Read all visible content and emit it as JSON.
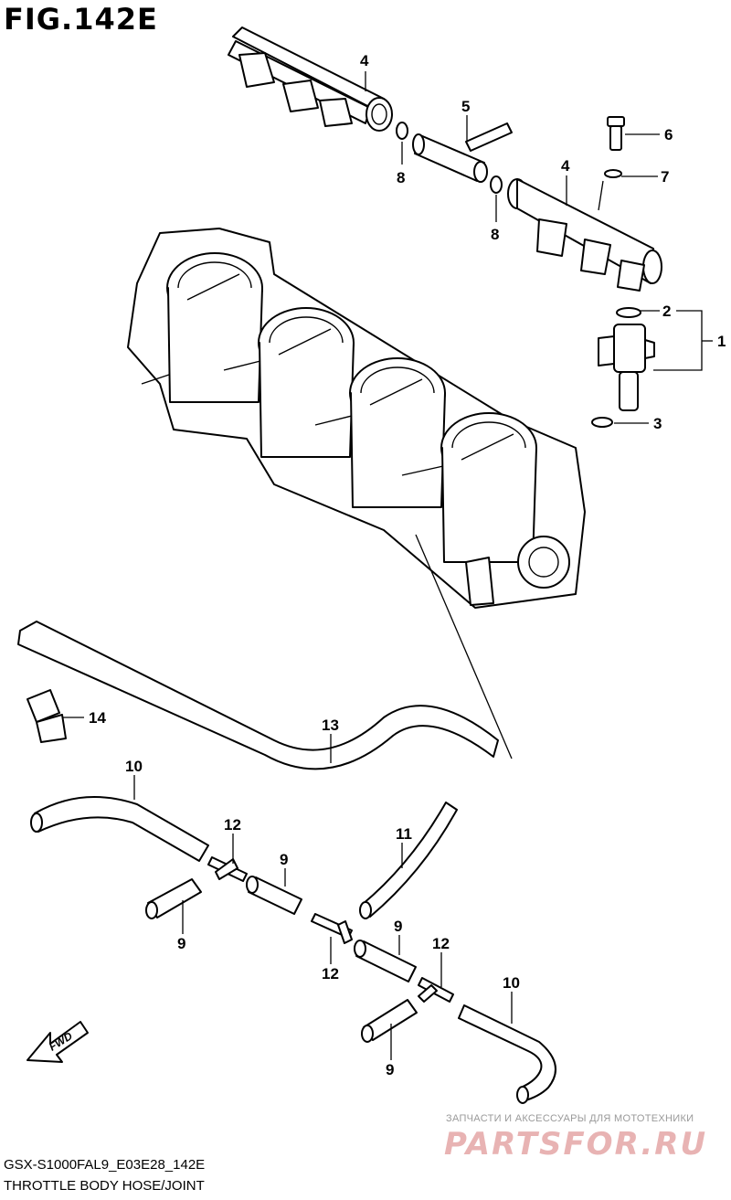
{
  "figure": {
    "title": "FIG.142E",
    "model_code": "GSX-S1000FAL9_E03E28_142E",
    "name": "THROTTLE BODY HOSE/JOINT"
  },
  "watermark": {
    "tagline": "ЗАПЧАСТИ И АКСЕССУАРЫ ДЛЯ МОТОТЕХНИКИ",
    "logo": "PARTSFOR.RU"
  },
  "callouts": {
    "c1": "1",
    "c2": "2",
    "c3": "3",
    "c4a": "4",
    "c4b": "4",
    "c5": "5",
    "c6": "6",
    "c7": "7",
    "c8a": "8",
    "c8b": "8",
    "c9a": "9",
    "c9b": "9",
    "c9c": "9",
    "c9d": "9",
    "c10a": "10",
    "c10b": "10",
    "c11": "11",
    "c12a": "12",
    "c12b": "12",
    "c12c": "12",
    "c13": "13",
    "c14": "14"
  },
  "fwd_arrow": "FWD"
}
